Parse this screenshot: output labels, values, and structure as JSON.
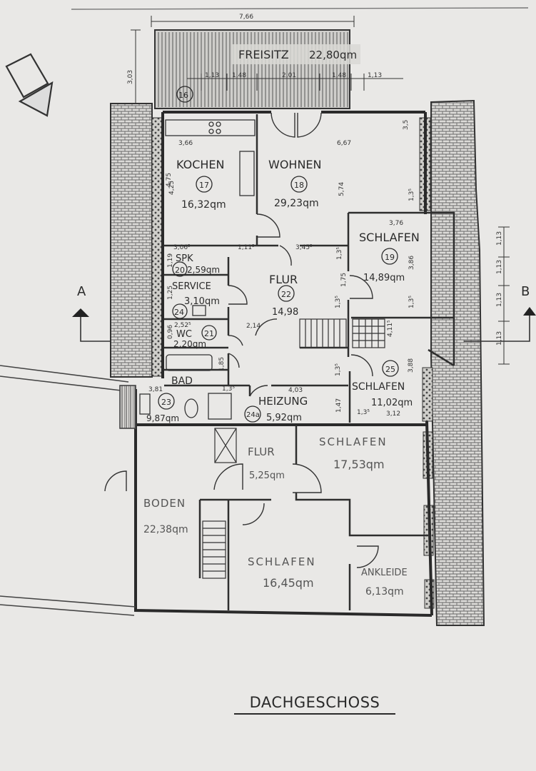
{
  "plan_title": "DACHGESCHOSS",
  "section_markers": {
    "left": "A",
    "right": "B"
  },
  "rooms": {
    "freisitz": {
      "name": "FREISITZ",
      "area": "22,80qm",
      "number": "16"
    },
    "kochen": {
      "name": "KOCHEN",
      "area": "16,32qm",
      "number": "17"
    },
    "wohnen": {
      "name": "WOHNEN",
      "area": "29,23qm",
      "number": "18"
    },
    "schlafen19": {
      "name": "SCHLAFEN",
      "area": "14,89qm",
      "number": "19"
    },
    "spk": {
      "name": "SPK",
      "area": "2,59qm",
      "number": "20"
    },
    "wc": {
      "name": "WC",
      "area": "2,20qm",
      "number": "21"
    },
    "flur22": {
      "name": "FLUR",
      "area": "14,98",
      "number": "22"
    },
    "bad": {
      "name": "BAD",
      "area": "9,87qm",
      "number": "23"
    },
    "service": {
      "name": "SERVICE",
      "area": "3,10qm",
      "number": "24"
    },
    "heizung": {
      "name": "HEIZUNG",
      "area": "5,92qm",
      "number": "24a"
    },
    "schlafen25": {
      "name": "SCHLAFEN",
      "area": "11,02qm",
      "number": "25"
    },
    "flur_lower": {
      "name": "FLUR",
      "area": "5,25qm"
    },
    "schlafen_ne": {
      "name": "SCHLAFEN",
      "area": "17,53qm"
    },
    "boden": {
      "name": "BODEN",
      "area": "22,38qm"
    },
    "schlafen_s": {
      "name": "SCHLAFEN",
      "area": "16,45qm"
    },
    "ankleide": {
      "name": "ANKLEIDE",
      "area": "6,13qm"
    }
  },
  "dimensions": {
    "top_width": "7,66",
    "freisitz_depth": "3,03",
    "freisitz_segments": [
      "1,13",
      "1,48",
      "2,01",
      "1,48",
      "1,13"
    ],
    "kochen_width": "3,66",
    "wohnen_width": "6,67",
    "kochen_height": "4,75",
    "wohnen_height": "5,74",
    "schlafen19_width": "3,76",
    "schlafen19_height": "3,86",
    "right_segments": [
      "1,13",
      "1,13",
      "1,13",
      "1,13"
    ],
    "flur_a": "1,11⁵",
    "flur_b": "3,45⁵",
    "flur_height": "1,75",
    "flur_width": "2,14",
    "wc_width": "2,52⁵",
    "bad_width": "3,81",
    "heizung_width": "4,03",
    "heizung_height": "1,47",
    "schlafen25_width": "3,12",
    "schlafen25_height": "3,88",
    "small": [
      "3,5",
      "1,3⁵",
      "1,3⁵",
      "4,11⁵",
      "1,3⁵",
      "1,3⁵",
      "1,3⁵",
      "4,25",
      "1,19",
      "0,96",
      "1,25",
      "1,85",
      "3,06⁵",
      "1,3⁵",
      "1,3⁵"
    ]
  }
}
